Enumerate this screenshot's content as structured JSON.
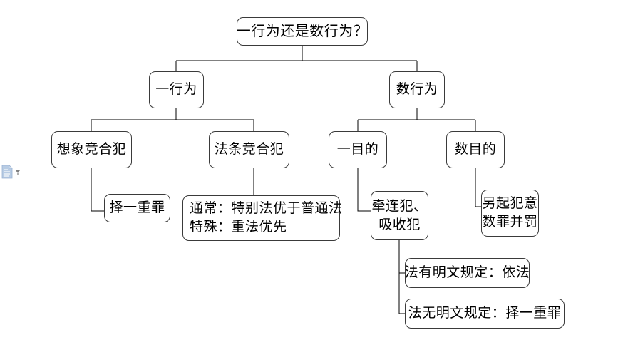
{
  "diagram": {
    "type": "tree-flowchart",
    "title_node": "一行为还是数行为？",
    "nodes": {
      "root": "一行为还是数行为？",
      "one_act": "一行为",
      "multi_act": "数行为",
      "imaginary": "想象竞合犯",
      "statute_concurrence": "法条竞合犯",
      "one_purpose": "一目的",
      "multi_purpose": "数目的",
      "choose_heavier": "择一重罪",
      "rule_box": "通常：特别法优于普通法\n特殊：重法优先",
      "linked_absorbed": "牵连犯、\n吸收犯",
      "new_intent": "另起犯意\n数罪并罚",
      "express_provision": "法有明文规定：依法",
      "no_express_provision": "法无明文规定：择一重罪"
    },
    "edges": [
      {
        "from": "root",
        "to": "one_act"
      },
      {
        "from": "root",
        "to": "multi_act"
      },
      {
        "from": "one_act",
        "to": "imaginary"
      },
      {
        "from": "one_act",
        "to": "statute_concurrence"
      },
      {
        "from": "multi_act",
        "to": "one_purpose"
      },
      {
        "from": "multi_act",
        "to": "multi_purpose"
      },
      {
        "from": "imaginary",
        "to": "choose_heavier"
      },
      {
        "from": "statute_concurrence",
        "to": "rule_box"
      },
      {
        "from": "one_purpose",
        "to": "linked_absorbed"
      },
      {
        "from": "multi_purpose",
        "to": "new_intent"
      },
      {
        "from": "linked_absorbed",
        "to": "express_provision"
      },
      {
        "from": "linked_absorbed",
        "to": "no_express_provision"
      }
    ],
    "style": {
      "background": "#ffffff",
      "box_fill": "#ffffff",
      "box_border": "#3a3a3a",
      "edge_color": "#000000",
      "text_color": "#000000"
    }
  },
  "overlay": {
    "paste_options_icon": "paste-options-icon",
    "paste_icon_color": "#b8cce4",
    "dropdown_arrow_color": "#808080"
  }
}
